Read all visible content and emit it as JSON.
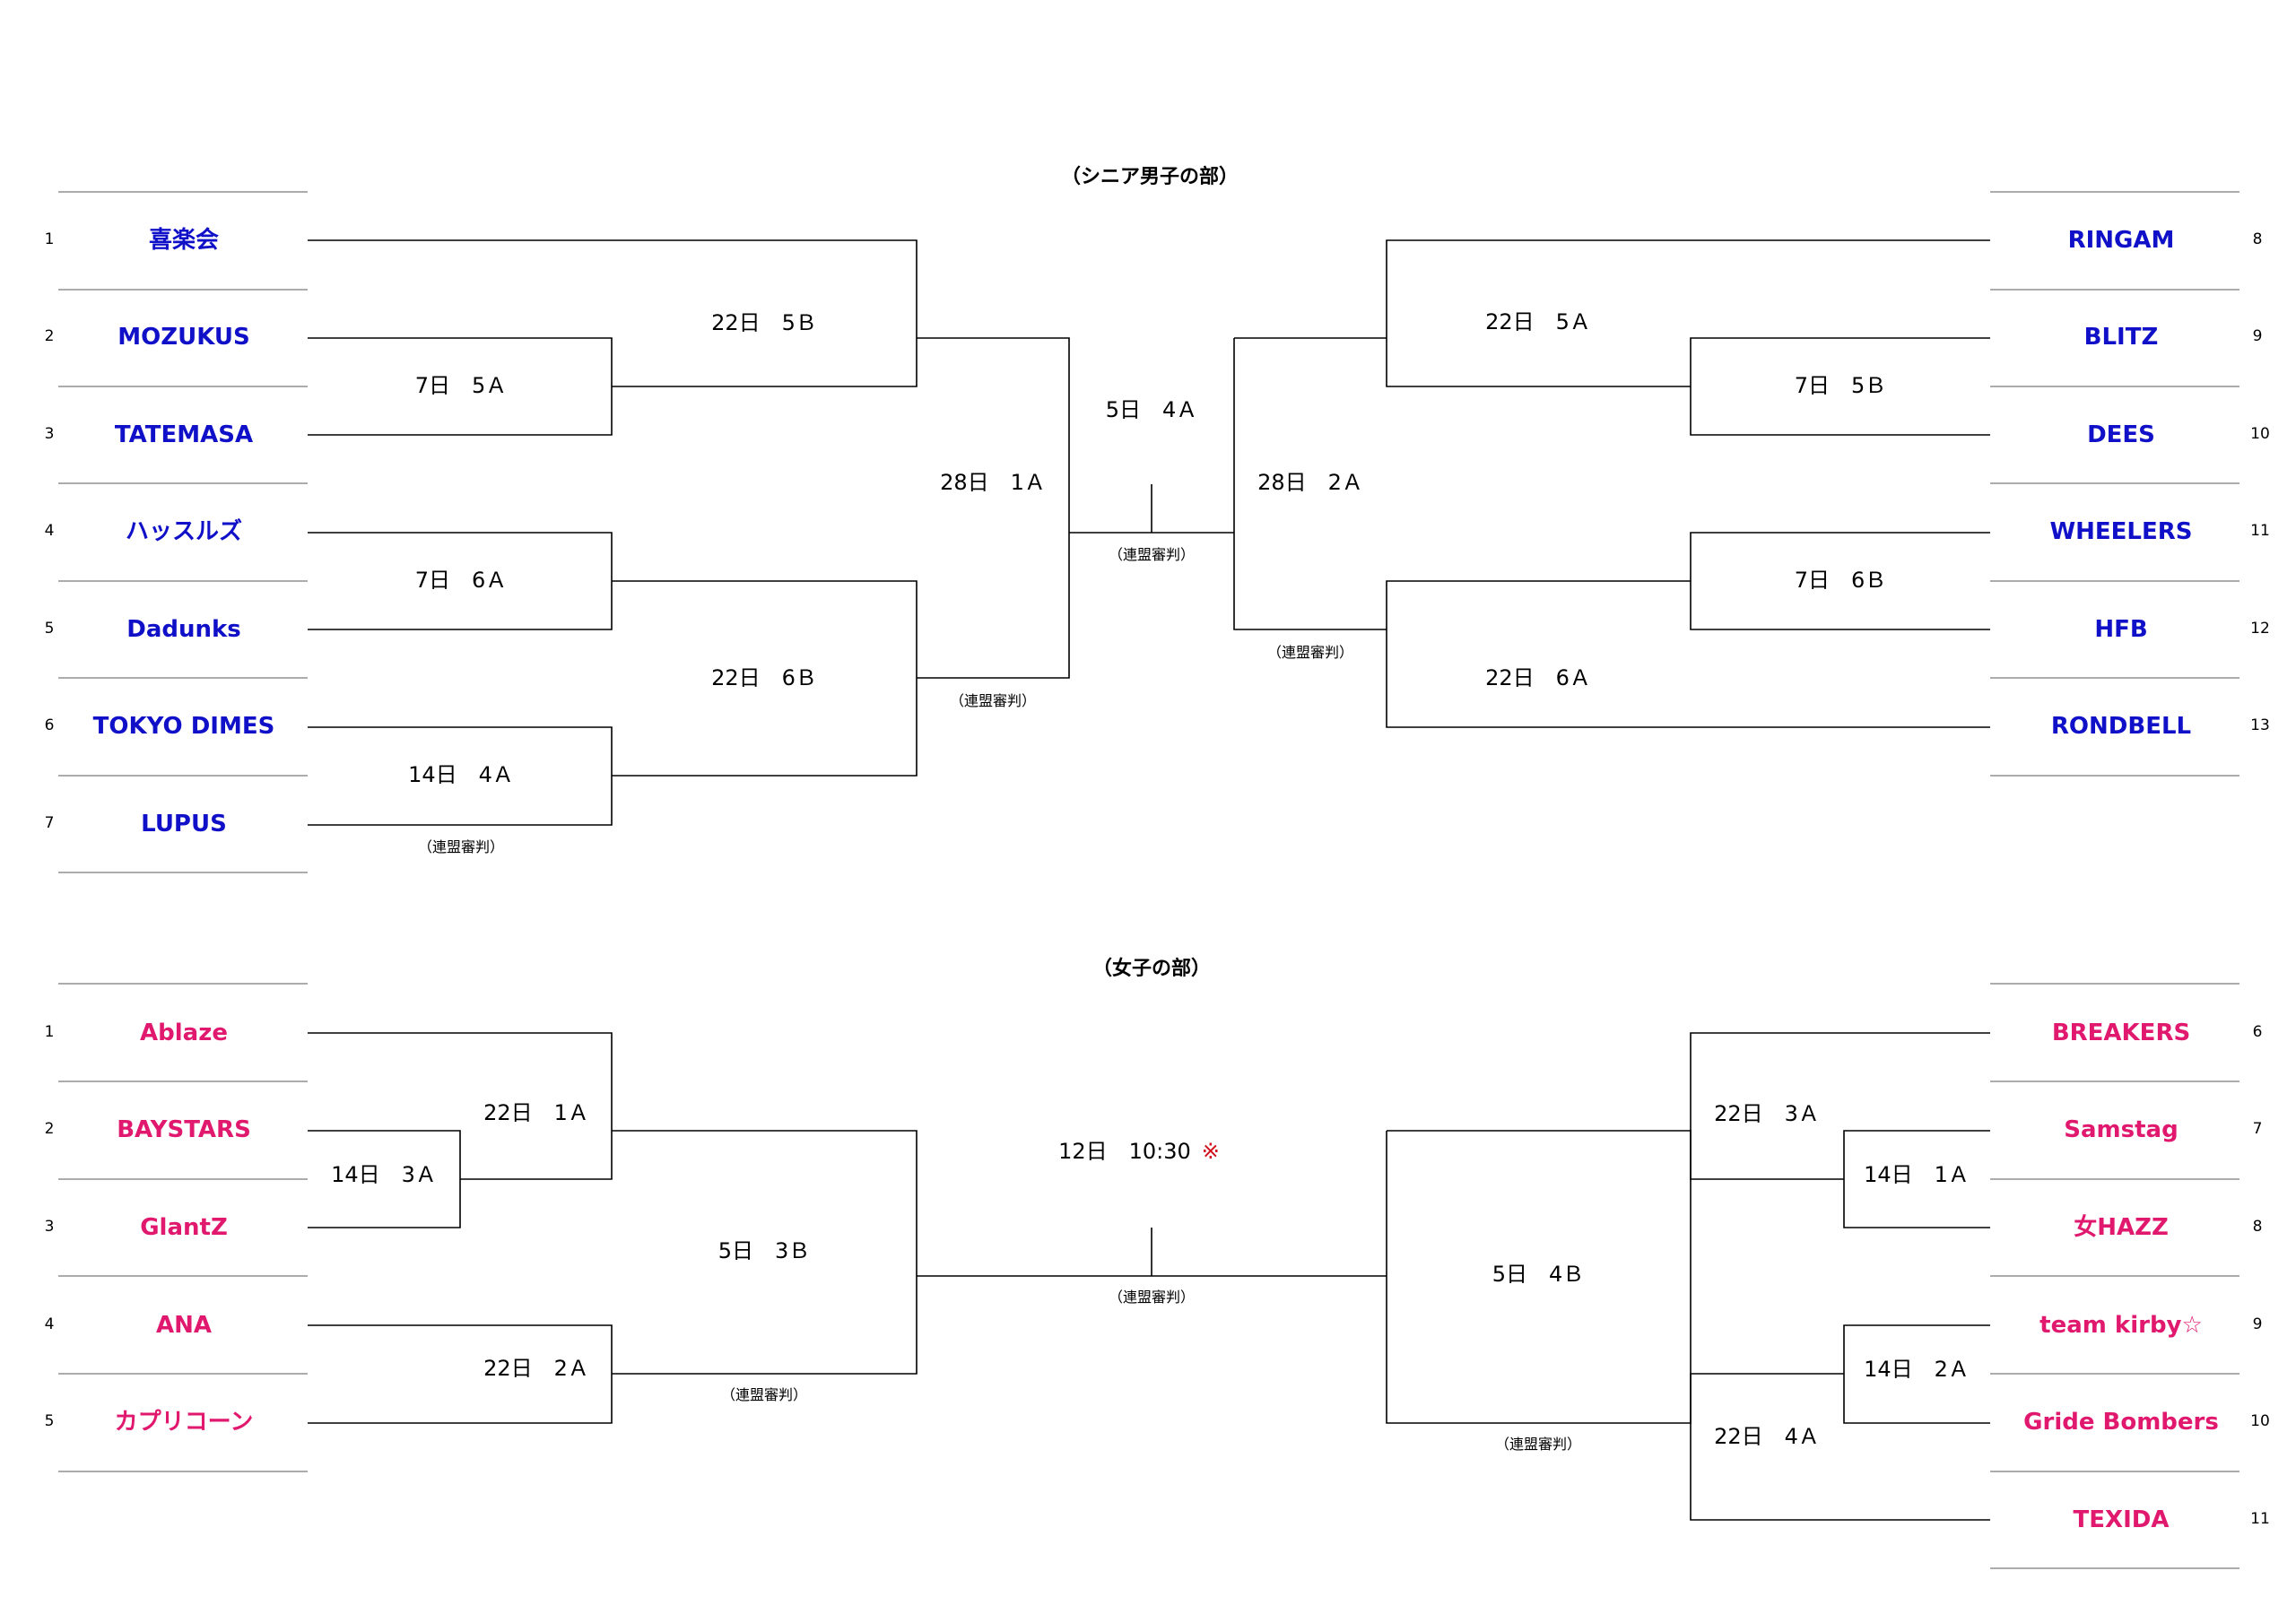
{
  "men": {
    "title": "（シニア男子の部）",
    "left_teams": [
      {
        "seed": "1",
        "name": "喜楽会"
      },
      {
        "seed": "2",
        "name": "MOZUKUS"
      },
      {
        "seed": "3",
        "name": "TATEMASA"
      },
      {
        "seed": "4",
        "name": "ハッスルズ"
      },
      {
        "seed": "5",
        "name": "Dadunks"
      },
      {
        "seed": "6",
        "name": "TOKYO DIMES"
      },
      {
        "seed": "7",
        "name": "LUPUS"
      }
    ],
    "right_teams": [
      {
        "seed": "8",
        "name": "RINGAM"
      },
      {
        "seed": "9",
        "name": "BLITZ"
      },
      {
        "seed": "10",
        "name": "DEES"
      },
      {
        "seed": "11",
        "name": "WHEELERS"
      },
      {
        "seed": "12",
        "name": "HFB"
      },
      {
        "seed": "13",
        "name": "RONDBELL"
      }
    ],
    "matches": {
      "l_r1a": "7日　5Ａ",
      "l_r1b": "7日　6Ａ",
      "l_r1c": "14日　4Ａ",
      "l_r2a": "22日　5Ｂ",
      "l_r2b": "22日　6Ｂ",
      "l_sf": "28日　1Ａ",
      "final": "5日　4Ａ",
      "r_sf": "28日　2Ａ",
      "r_r2a": "22日　5Ａ",
      "r_r2b": "22日　6Ａ",
      "r_r1a": "7日　5Ｂ",
      "r_r1b": "7日　6Ｂ"
    }
  },
  "women": {
    "title": "（女子の部）",
    "left_teams": [
      {
        "seed": "1",
        "name": "Ablaze"
      },
      {
        "seed": "2",
        "name": "BAYSTARS"
      },
      {
        "seed": "3",
        "name": "GlantZ"
      },
      {
        "seed": "4",
        "name": "ANA"
      },
      {
        "seed": "5",
        "name": "カプリコーン"
      }
    ],
    "right_teams": [
      {
        "seed": "6",
        "name": "BREAKERS"
      },
      {
        "seed": "7",
        "name": "Samstag"
      },
      {
        "seed": "8",
        "name": "女HAZZ"
      },
      {
        "seed": "9",
        "name": "team kirby☆"
      },
      {
        "seed": "10",
        "name": "Gride Bombers"
      },
      {
        "seed": "11",
        "name": "TEXIDA"
      }
    ],
    "matches": {
      "l_r0": "14日　3Ａ",
      "l_r1a": "22日　1Ａ",
      "l_r1b": "22日　2Ａ",
      "l_sf": "5日　3Ｂ",
      "final": "12日　10:30",
      "final_mark": "※",
      "r_r0a": "14日　1Ａ",
      "r_r0b": "14日　2Ａ",
      "r_r1a": "22日　3Ａ",
      "r_r1b": "22日　4Ａ",
      "r_sf": "5日　4Ｂ"
    }
  },
  "ref_note": "（連盟審判）"
}
